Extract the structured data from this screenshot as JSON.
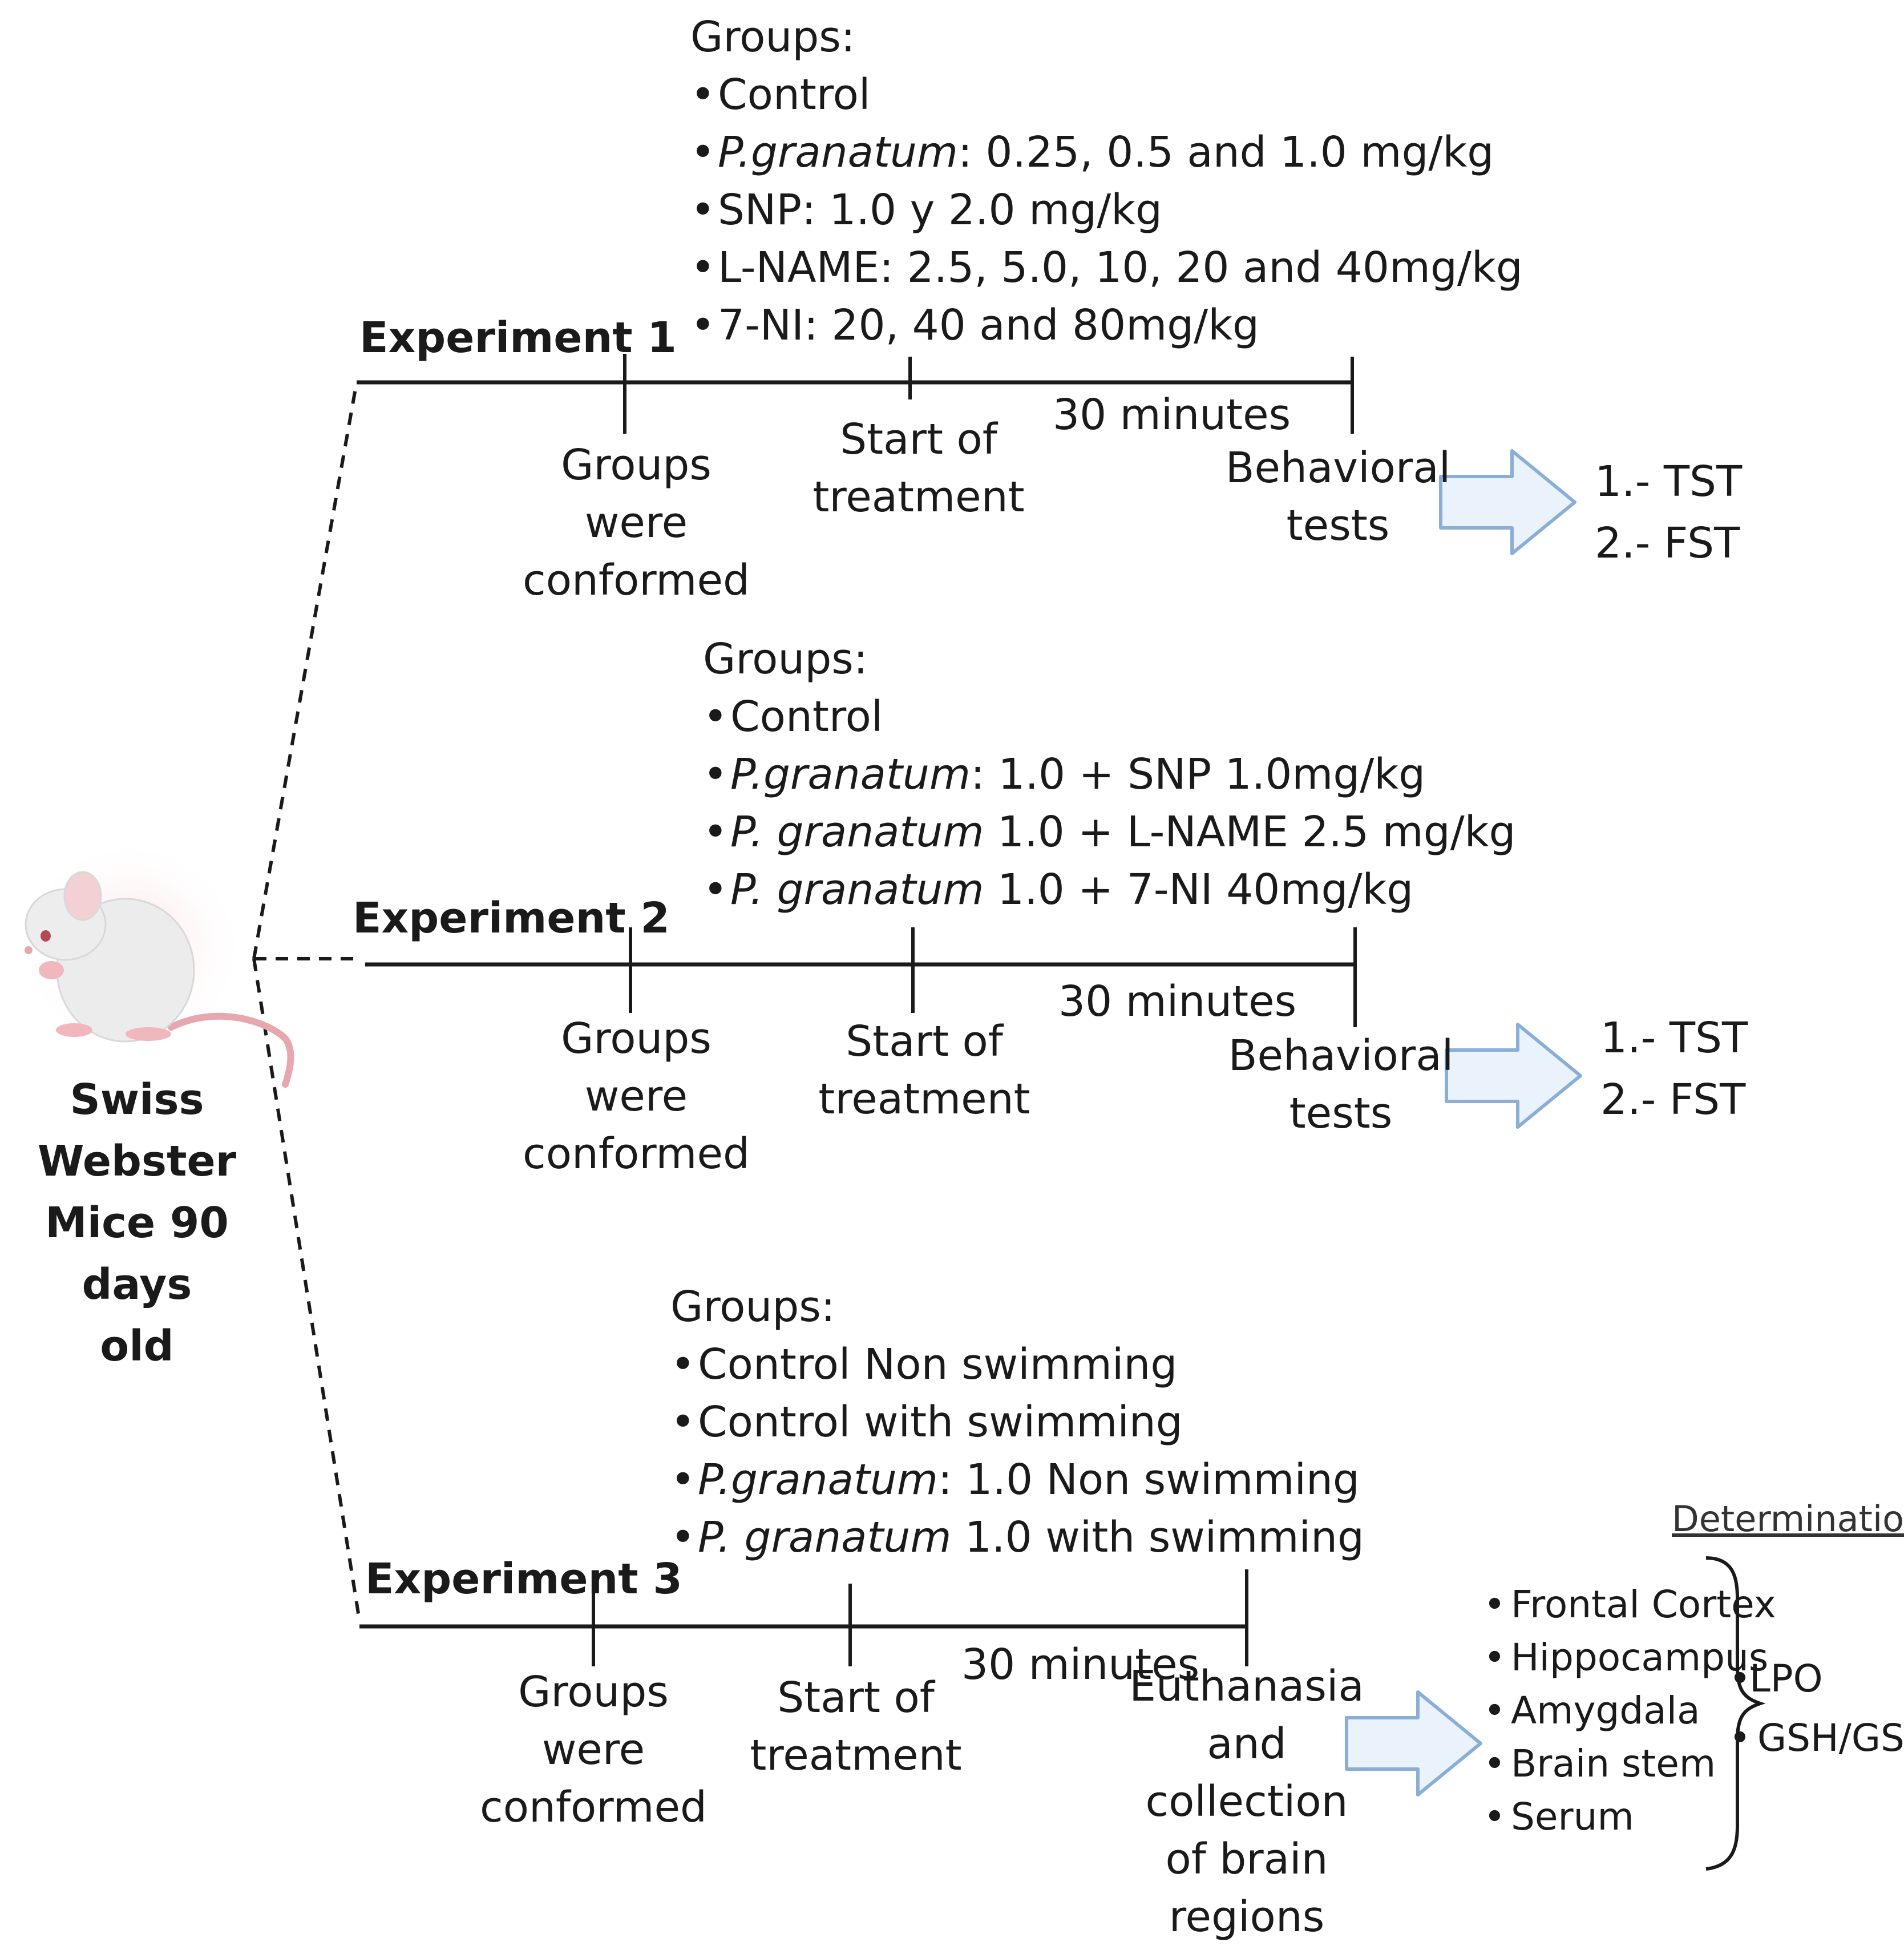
{
  "subject": {
    "label_lines": [
      "Swiss Webster",
      "Mice 90 days",
      "old"
    ]
  },
  "experiments": [
    {
      "title": "Experiment 1",
      "groups_header": "Groups:",
      "groups": [
        {
          "italic": "",
          "text": "Control"
        },
        {
          "italic": "P.granatum",
          "text": ": 0.25, 0.5 and 1.0 mg/kg"
        },
        {
          "italic": "",
          "text": "SNP: 1.0 y 2.0 mg/kg"
        },
        {
          "italic": "",
          "text": "L-NAME: 2.5, 5.0, 10, 20 and 40mg/kg"
        },
        {
          "italic": "",
          "text": "7-NI: 20, 40 and 80mg/kg"
        }
      ],
      "milestones": {
        "m1": [
          "Groups",
          "were",
          "conformed"
        ],
        "m2": [
          "Start of",
          "treatment"
        ],
        "m3": [
          "Behavioral",
          "tests"
        ]
      },
      "duration": "30 minutes",
      "outcomes": [
        "1.- TST",
        "2.- FST"
      ]
    },
    {
      "title": "Experiment 2",
      "groups_header": "Groups:",
      "groups": [
        {
          "italic": "",
          "text": "Control"
        },
        {
          "italic": "P.granatum",
          "text": ": 1.0 + SNP 1.0mg/kg"
        },
        {
          "italic": "P. granatum",
          "text": " 1.0 + L-NAME 2.5 mg/kg"
        },
        {
          "italic": "P. granatum",
          "text": " 1.0 + 7-NI 40mg/kg"
        }
      ],
      "milestones": {
        "m1": [
          "Groups",
          "were",
          "conformed"
        ],
        "m2": [
          "Start of",
          "treatment"
        ],
        "m3": [
          "Behavioral",
          "tests"
        ]
      },
      "duration": "30 minutes",
      "outcomes": [
        "1.- TST",
        "2.- FST"
      ]
    },
    {
      "title": "Experiment 3",
      "groups_header": "Groups:",
      "groups": [
        {
          "italic": "",
          "text": "Control Non swimming"
        },
        {
          "italic": "",
          "text": "Control with swimming"
        },
        {
          "italic": "P.granatum",
          "text": ": 1.0 Non swimming"
        },
        {
          "italic": "P. granatum",
          "text": " 1.0 with swimming"
        }
      ],
      "milestones": {
        "m1": [
          "Groups",
          "were",
          "conformed"
        ],
        "m2": [
          "Start of",
          "treatment"
        ],
        "m3": [
          "Euthanasia",
          "and",
          "collection",
          "of brain",
          "regions"
        ]
      },
      "duration": "30 minutes",
      "determination_header": "Determination of",
      "regions": [
        "Frontal Cortex",
        "Hippocampus",
        "Amygdala",
        "Brain stem",
        "Serum"
      ],
      "assays": [
        "LPO",
        "GSH/GSSG"
      ]
    }
  ],
  "colors": {
    "line": "#1a1a1a",
    "arrow_fill": "#eaf2fb",
    "arrow_stroke": "#8aaed6",
    "mouse_body": "#ececec",
    "mouse_tail": "#e8a7ae",
    "mouse_glow": "#fbe3e3"
  },
  "bullet_char": "•"
}
